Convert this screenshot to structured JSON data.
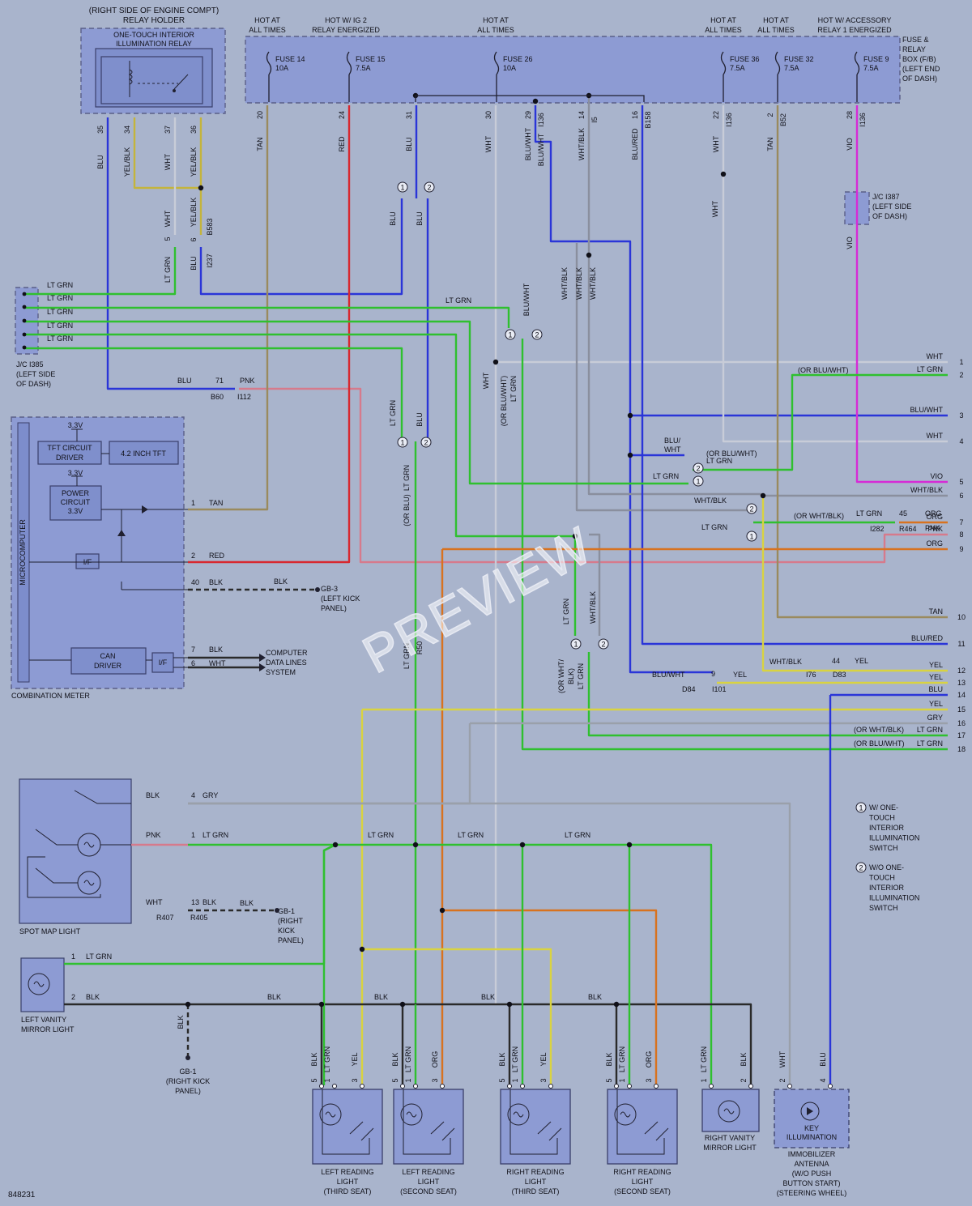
{
  "relay_holder": {
    "location": [
      "(RIGHT SIDE OF ENGINE COMPT)",
      "RELAY HOLDER"
    ],
    "name": [
      "ONE-TOUCH INTERIOR",
      "ILLUMINATION RELAY"
    ],
    "pins": [
      {
        "num": "35",
        "color": "BLU"
      },
      {
        "num": "34",
        "color": "YEL/BLK"
      },
      {
        "num": "37",
        "color": "WHT"
      },
      {
        "num": "36",
        "color": "YEL/BLK"
      }
    ]
  },
  "fuse_box": {
    "name": [
      "FUSE &",
      "RELAY",
      "BOX (F/B)",
      "(LEFT END",
      "OF DASH)"
    ],
    "hot_labels": [
      {
        "l1": "HOT AT",
        "l2": "ALL TIMES"
      },
      {
        "l1": "HOT W/ IG 2",
        "l2": "RELAY ENERGIZED"
      },
      {
        "l1": "HOT AT",
        "l2": "ALL TIMES"
      },
      {
        "l1": "HOT AT",
        "l2": "ALL TIMES"
      },
      {
        "l1": "HOT AT",
        "l2": "ALL TIMES"
      },
      {
        "l1": "HOT W/ ACCESSORY",
        "l2": "RELAY 1 ENERGIZED"
      }
    ],
    "fuses": [
      {
        "name": "FUSE 14",
        "amp": "10A"
      },
      {
        "name": "FUSE 15",
        "amp": "7.5A"
      },
      {
        "name": "FUSE 26",
        "amp": "10A"
      },
      {
        "name": "FUSE 36",
        "amp": "7.5A"
      },
      {
        "name": "FUSE 32",
        "amp": "7.5A"
      },
      {
        "name": "FUSE 9",
        "amp": "7.5A"
      }
    ],
    "outputs": [
      {
        "pin": "20",
        "color": "TAN"
      },
      {
        "pin": "24",
        "color": "RED"
      },
      {
        "pin": "31",
        "color": "BLU"
      },
      {
        "pin": "30",
        "color": "WHT"
      },
      {
        "pin": "29",
        "conn": "I136",
        "color": "BLU/WHT"
      },
      {
        "pin": "14",
        "conn": "I5",
        "color": "WHT/BLK"
      },
      {
        "pin": "16",
        "conn": "B158",
        "color": "BLU/RED"
      },
      {
        "pin": "22",
        "conn": "I136",
        "color": "WHT"
      },
      {
        "pin": "2",
        "conn": "B52",
        "color": "TAN"
      },
      {
        "pin": "28",
        "conn": "I136",
        "color": "VIO"
      }
    ]
  },
  "junctions": {
    "jc1387": [
      "J/C I387",
      "(LEFT SIDE",
      "OF DASH)"
    ],
    "jc1385": [
      "J/C I385",
      "(LEFT SIDE",
      "OF DASH)"
    ],
    "jc1385_wires": [
      "LT GRN",
      "LT GRN",
      "LT GRN",
      "LT GRN",
      "LT GRN"
    ]
  },
  "combination_meter": {
    "name": "COMBINATION METER",
    "micro": "MICROCOMPUTER",
    "blocks": {
      "tft_driver": [
        "TFT CIRCUIT",
        "DRIVER"
      ],
      "tft": "4.2 INCH TFT",
      "power": [
        "POWER",
        "CIRCUIT",
        "3.3V"
      ],
      "v33": "3.3V",
      "v33b": "3.3V",
      "if": "I/F",
      "can": [
        "CAN",
        "DRIVER"
      ],
      "if2": "I/F"
    },
    "pins": [
      {
        "num": "1",
        "color": "TAN"
      },
      {
        "num": "2",
        "color": "RED"
      },
      {
        "num": "40",
        "color": "BLK"
      },
      {
        "num": "7",
        "color": "BLK"
      },
      {
        "num": "6",
        "color": "WHT"
      }
    ],
    "ground": {
      "wire": "BLK",
      "name": [
        "GB-3",
        "(LEFT KICK",
        "PANEL)"
      ]
    },
    "datalines": [
      "COMPUTER",
      "DATA LINES",
      "SYSTEM"
    ]
  },
  "right_pins": [
    {
      "num": "1",
      "color": "WHT"
    },
    {
      "num": "2",
      "color": "LT GRN"
    },
    {
      "num": "3",
      "color": "BLU/WHT"
    },
    {
      "num": "4",
      "color": "WHT"
    },
    {
      "num": "5",
      "color": "VIO"
    },
    {
      "num": "6",
      "color": "WHT/BLK"
    },
    {
      "num": "7",
      "color": "ORG"
    },
    {
      "num": "8",
      "color": "PNK"
    },
    {
      "num": "9",
      "color": "ORG"
    },
    {
      "num": "10",
      "color": "TAN"
    },
    {
      "num": "11",
      "color": "BLU/RED"
    },
    {
      "num": "12",
      "color": "YEL"
    },
    {
      "num": "13",
      "color": "YEL"
    },
    {
      "num": "14",
      "color": "BLU"
    },
    {
      "num": "15",
      "color": "YEL"
    },
    {
      "num": "16",
      "color": "GRY"
    },
    {
      "num": "17",
      "color": "LT GRN"
    },
    {
      "num": "18",
      "color": "LT GRN"
    }
  ],
  "wire_notes": {
    "blu71": "BLU",
    "pnk71": "PNK",
    "n71": "71",
    "b60": "B60",
    "i112": "I112",
    "or_bluwht": "(OR BLU/WHT)",
    "or_bluwht2": "(OR BLU/WHT)",
    "or_bluwht3": "(OR BLU/WHT)",
    "or_whtblk": "(OR WHT/BLK)",
    "or_whtblk2": "(OR WHT/BLK)",
    "or_blu": "(OR BLU)",
    "or_whtblk3": "(OR WHT/",
    "n45": "45",
    "i282": "I282",
    "r464": "R464",
    "n44": "44",
    "i76": "I76",
    "d83": "D83",
    "n9": "9",
    "d84": "D84",
    "i101": "I101",
    "r50": "R50",
    "b583": "B583",
    "i237": "I237",
    "blu_slash": "BLU/",
    "wht": "WHT"
  },
  "spot_map": {
    "name": "SPOT MAP LIGHT",
    "pins": [
      {
        "num": "4",
        "left": "BLK",
        "right": "GRY"
      },
      {
        "num": "1",
        "left": "PNK",
        "right": "LT GRN"
      },
      {
        "num": "13",
        "left": "WHT",
        "right": "BLK"
      }
    ],
    "conn_l": "R407",
    "conn_r": "R405",
    "ground": {
      "wire": "BLK",
      "name": [
        "GB-1",
        "(RIGHT",
        "KICK",
        "PANEL)"
      ]
    }
  },
  "left_vanity": {
    "name": [
      "LEFT VANITY",
      "MIRROR LIGHT"
    ],
    "pins": [
      {
        "num": "1",
        "color": "LT GRN"
      },
      {
        "num": "2",
        "color": "BLK"
      }
    ],
    "ground": {
      "wire": "BLK",
      "name": [
        "GB-1",
        "(RIGHT KICK",
        "PANEL)"
      ]
    }
  },
  "bus_labels": {
    "ltgrn": "LT GRN",
    "blk": "BLK"
  },
  "bottom_components": [
    {
      "name": [
        "LEFT READING",
        "LIGHT",
        "(THIRD SEAT)"
      ],
      "pins": [
        {
          "n": "5",
          "c": "BLK"
        },
        {
          "n": "1",
          "c": "LT GRN"
        },
        {
          "n": "3",
          "c": "YEL"
        }
      ]
    },
    {
      "name": [
        "LEFT READING",
        "LIGHT",
        "(SECOND SEAT)"
      ],
      "pins": [
        {
          "n": "5",
          "c": "BLK"
        },
        {
          "n": "1",
          "c": "LT GRN"
        },
        {
          "n": "3",
          "c": "ORG"
        }
      ]
    },
    {
      "name": [
        "RIGHT READING",
        "LIGHT",
        "(THIRD SEAT)"
      ],
      "pins": [
        {
          "n": "5",
          "c": "BLK"
        },
        {
          "n": "1",
          "c": "LT GRN"
        },
        {
          "n": "3",
          "c": "YEL"
        }
      ]
    },
    {
      "name": [
        "RIGHT READING",
        "LIGHT",
        "(SECOND SEAT)"
      ],
      "pins": [
        {
          "n": "5",
          "c": "BLK"
        },
        {
          "n": "1",
          "c": "LT GRN"
        },
        {
          "n": "3",
          "c": "ORG"
        }
      ]
    },
    {
      "name": [
        "RIGHT VANITY",
        "MIRROR LIGHT"
      ],
      "pins": [
        {
          "n": "1",
          "c": "LT GRN"
        },
        {
          "n": "2",
          "c": "BLK"
        }
      ]
    },
    {
      "name": [
        "IMMOBILIZER",
        "ANTENNA",
        "(W/O PUSH",
        "BUTTON START)",
        "(STEERING WHEEL)"
      ],
      "inner": [
        "KEY",
        "ILLUMINATION"
      ],
      "pins": [
        {
          "n": "2",
          "c": "WHT"
        },
        {
          "n": "4",
          "c": "BLU"
        }
      ]
    }
  ],
  "legend": [
    {
      "num": "1",
      "text": [
        "W/ ONE-",
        "TOUCH",
        "INTERIOR",
        "ILLUMINATION",
        "SWITCH"
      ]
    },
    {
      "num": "2",
      "text": [
        "W/O ONE-",
        "TOUCH",
        "INTERIOR",
        "ILLUMINATION",
        "SWITCH"
      ]
    }
  ],
  "diagram_id": "848231",
  "watermark": "PREVIEW",
  "colors": {
    "ltgrn": "#2fc02f",
    "blu": "#2a35d8",
    "red": "#d8282f",
    "tan": "#9a8a5e",
    "wht": "#c8ccd8",
    "whtblk": "#8a8f9e",
    "yel": "#d9d340",
    "org": "#d8721f",
    "vio": "#d62bd6",
    "pnk": "#d67a8c",
    "blk": "#2a2a2a",
    "gry": "#9aa0aa",
    "yelblk": "#c4b43c"
  }
}
